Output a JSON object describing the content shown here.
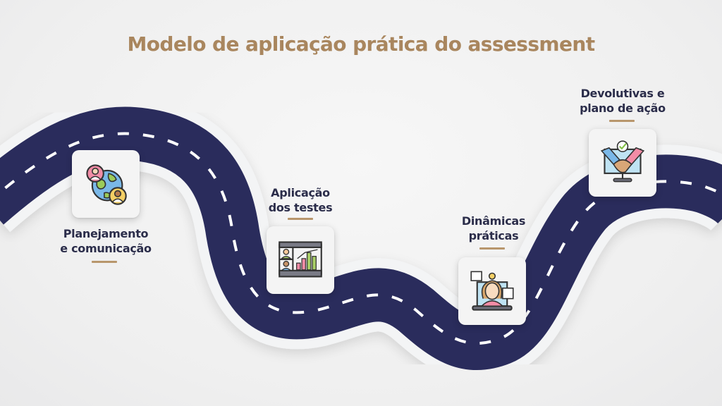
{
  "title": "Modelo de aplicação prática do assessment",
  "colors": {
    "title": "#a9865e",
    "label": "#2b2d4a",
    "road": "#2a2c5c",
    "road_edge": "#f2f3f4",
    "divider": "#b8966c",
    "lane_marking": "#ffffff"
  },
  "steps": [
    {
      "line1": "Planejamento",
      "line2": "e comunicação",
      "icon": "globe-people-icon"
    },
    {
      "line1": "Aplicação",
      "line2": "dos testes",
      "icon": "video-call-chart-icon"
    },
    {
      "line1": "Dinâmicas",
      "line2": "práticas",
      "icon": "presenter-laptop-icon"
    },
    {
      "line1": "Devolutivas e",
      "line2": "plano de ação",
      "icon": "handshake-monitor-icon"
    }
  ]
}
